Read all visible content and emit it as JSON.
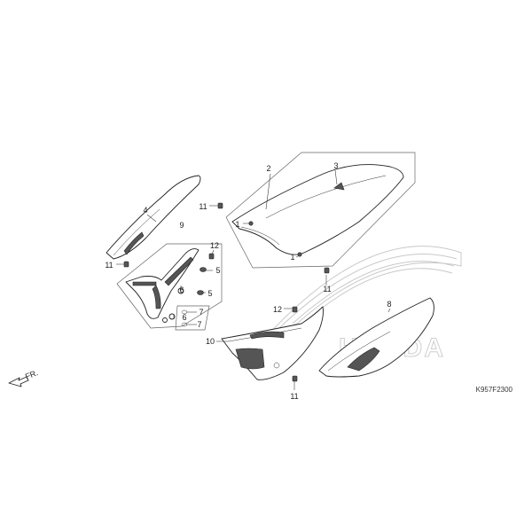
{
  "diagram": {
    "code": "K957F2300",
    "front_label": "FR.",
    "callouts": [
      {
        "id": "c2",
        "label": "2"
      },
      {
        "id": "c3",
        "label": "3"
      },
      {
        "id": "c4",
        "label": "4"
      },
      {
        "id": "c9",
        "label": "9"
      },
      {
        "id": "c11a",
        "label": "11"
      },
      {
        "id": "c1a",
        "label": "1"
      },
      {
        "id": "c11b",
        "label": "11"
      },
      {
        "id": "c12a",
        "label": "12"
      },
      {
        "id": "c5a",
        "label": "5"
      },
      {
        "id": "c6a",
        "label": "6"
      },
      {
        "id": "c5b",
        "label": "5"
      },
      {
        "id": "c6b",
        "label": "6"
      },
      {
        "id": "c7a",
        "label": "7"
      },
      {
        "id": "c7b",
        "label": "7"
      },
      {
        "id": "c1b",
        "label": "1"
      },
      {
        "id": "c11c",
        "label": "11"
      },
      {
        "id": "c12b",
        "label": "12"
      },
      {
        "id": "c8",
        "label": "8"
      },
      {
        "id": "c10",
        "label": "10"
      },
      {
        "id": "c11d",
        "label": "11"
      }
    ]
  }
}
